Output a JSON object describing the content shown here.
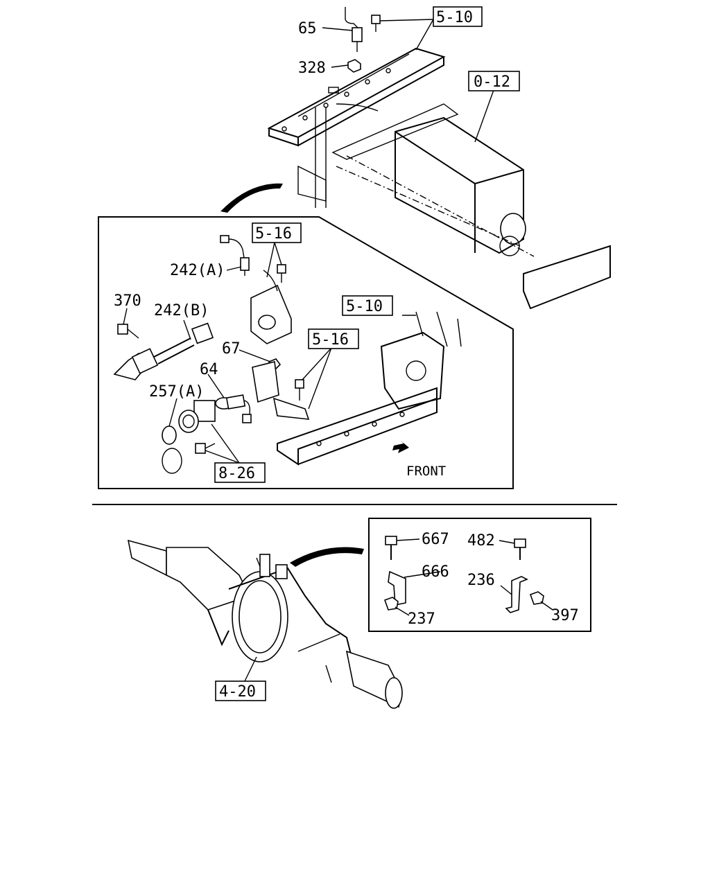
{
  "callouts": {
    "c65": "65",
    "c328": "328",
    "c5_10_top": "5-10",
    "c0_12": "0-12",
    "c5_16_a": "5-16",
    "c242a": "242(A)",
    "c370": "370",
    "c242b": "242(B)",
    "c67": "67",
    "c5_10_mid": "5-10",
    "c5_16_b": "5-16",
    "c64": "64",
    "c257a": "257(A)",
    "c8_26": "8-26",
    "front": "FRONT",
    "c667": "667",
    "c666": "666",
    "c237": "237",
    "c482": "482",
    "c236": "236",
    "c397": "397",
    "c4_20": "4-20"
  }
}
